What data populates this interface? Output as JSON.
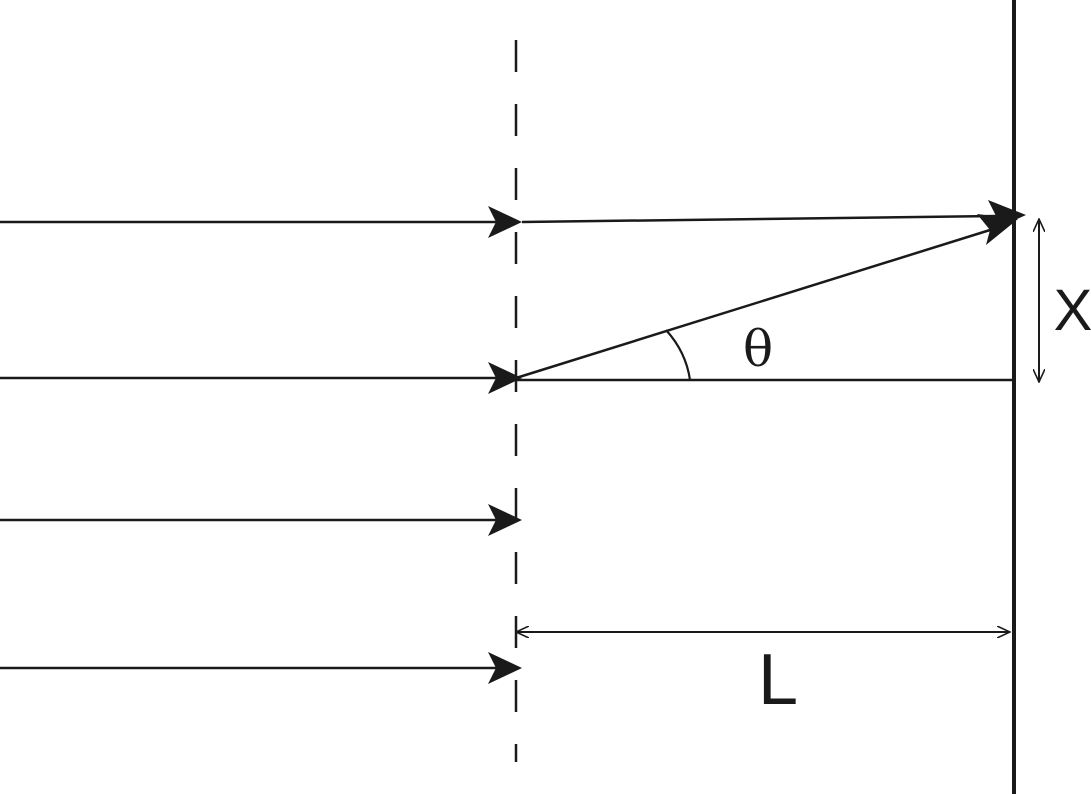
{
  "labels": {
    "theta": "θ",
    "x": "X",
    "l": "L"
  },
  "colors": {
    "ink": "#1a1a1a",
    "background": "#ffffff"
  }
}
